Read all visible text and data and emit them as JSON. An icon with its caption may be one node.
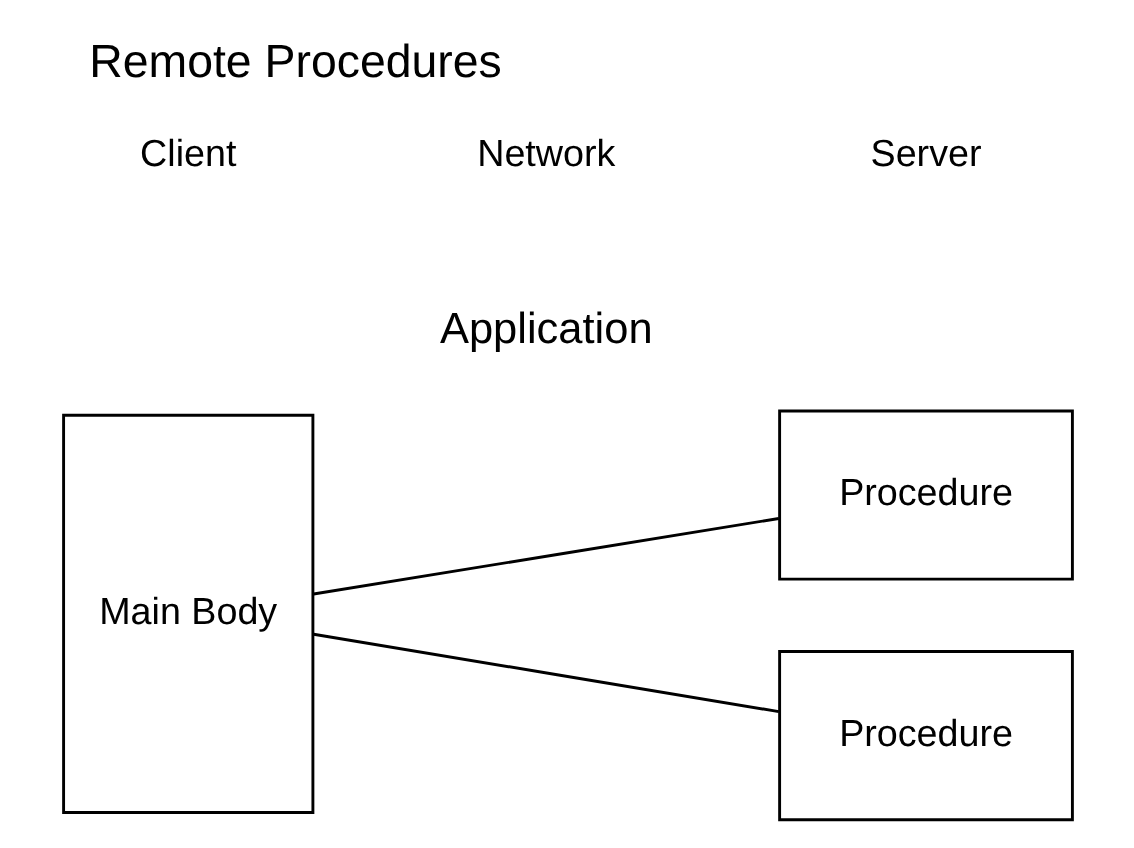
{
  "diagram": {
    "title": "Remote Procedures",
    "nodes": [
      {
        "text": [
          "Main Body"
        ]
      },
      {
        "text": [
          "Procedure"
        ]
      },
      {
        "text": [
          "Procedure"
        ]
      }
    ],
    "edges": [
      {
        "from": 0,
        "to": 1,
        "arrow": "none"
      },
      {
        "from": 0,
        "to": 2,
        "arrow": "none"
      }
    ],
    "labels": [
      "Application",
      "Client",
      "Network",
      "Server"
    ]
  }
}
